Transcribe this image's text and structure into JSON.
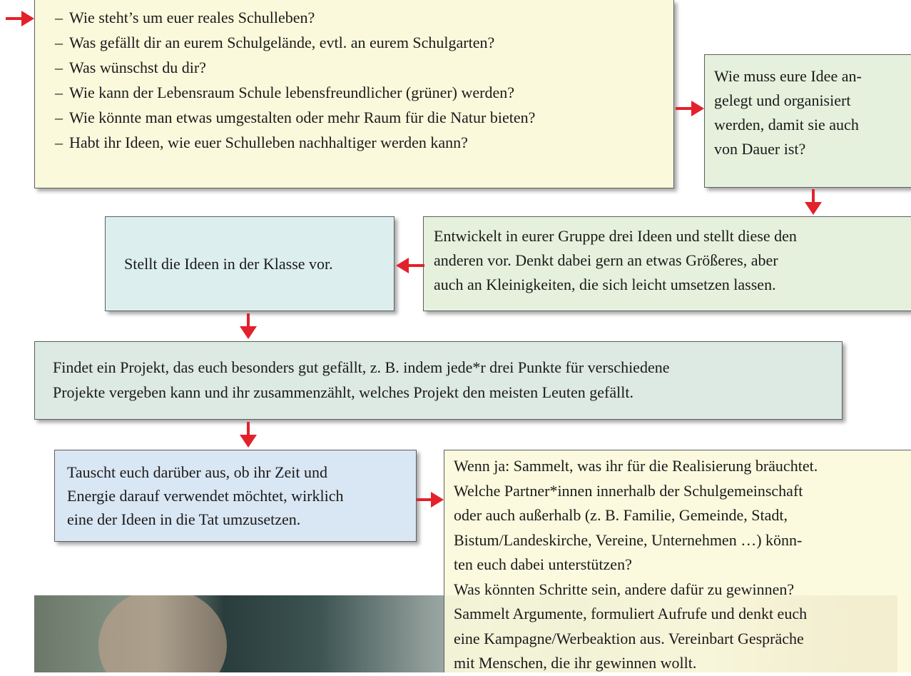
{
  "box1": {
    "items": [
      "Wie steht’s um euer reales Schulleben?",
      "Was gefällt dir an eurem Schulgelände, evtl. an eurem Schulgarten?",
      "Was wünschst du dir?",
      "Wie kann der Lebensraum Schule lebensfreundlicher (grüner) werden?",
      "Wie könnte man etwas umgestalten oder mehr Raum für die Natur bieten?",
      "Habt ihr Ideen, wie euer Schulleben nachhaltiger werden kann?"
    ]
  },
  "box2": {
    "text": "Wie muss eure Idee an-\ngelegt und organisiert\nwerden, damit sie auch\nvon Dauer ist?"
  },
  "box3": {
    "text": "Entwickelt in eurer Gruppe drei Ideen und stellt diese den\nanderen vor. Denkt dabei gern an etwas Größeres, aber\nauch an Kleinigkeiten, die sich leicht umsetzen lassen."
  },
  "box4": {
    "text": "Stellt die Ideen in der Klasse vor."
  },
  "box5": {
    "text": "Findet ein Projekt, das euch besonders gut gefällt, z. B. indem jede*r drei Punkte für verschiedene\nProjekte vergeben kann und ihr zusammenzählt, welches Projekt den meisten Leuten gefällt."
  },
  "box6": {
    "text": "Tauscht euch darüber aus, ob ihr Zeit und\nEnergie darauf verwendet möchtet, wirklich\neine der Ideen in die Tat umzusetzen."
  },
  "box7": {
    "text": "Wenn ja: Sammelt, was ihr für die Realisierung bräuchtet.\nWelche Partner*innen innerhalb der Schulgemeinschaft\noder auch außerhalb (z. B. Familie, Gemeinde, Stadt,\nBistum/Landeskirche, Vereine, Unternehmen …) könn-\nten euch dabei unterstützen?\nWas könnten Schritte sein, andere dafür zu gewinnen?\nSammelt Argumente, formuliert Aufrufe und denkt euch\neine Kampagne/Werbeaktion aus. Vereinbart Gespräche\nmit Menschen, die ihr gewinnen wollt."
  },
  "colors": {
    "arrow": "#e3212b",
    "box1": "#fbf9dc",
    "box2": "#e6f1dd",
    "box3": "#e6f1dd",
    "box4": "#dcefee",
    "box5": "#dde9e3",
    "box6": "#d9e6f3",
    "box7": "#fbf9dc"
  }
}
